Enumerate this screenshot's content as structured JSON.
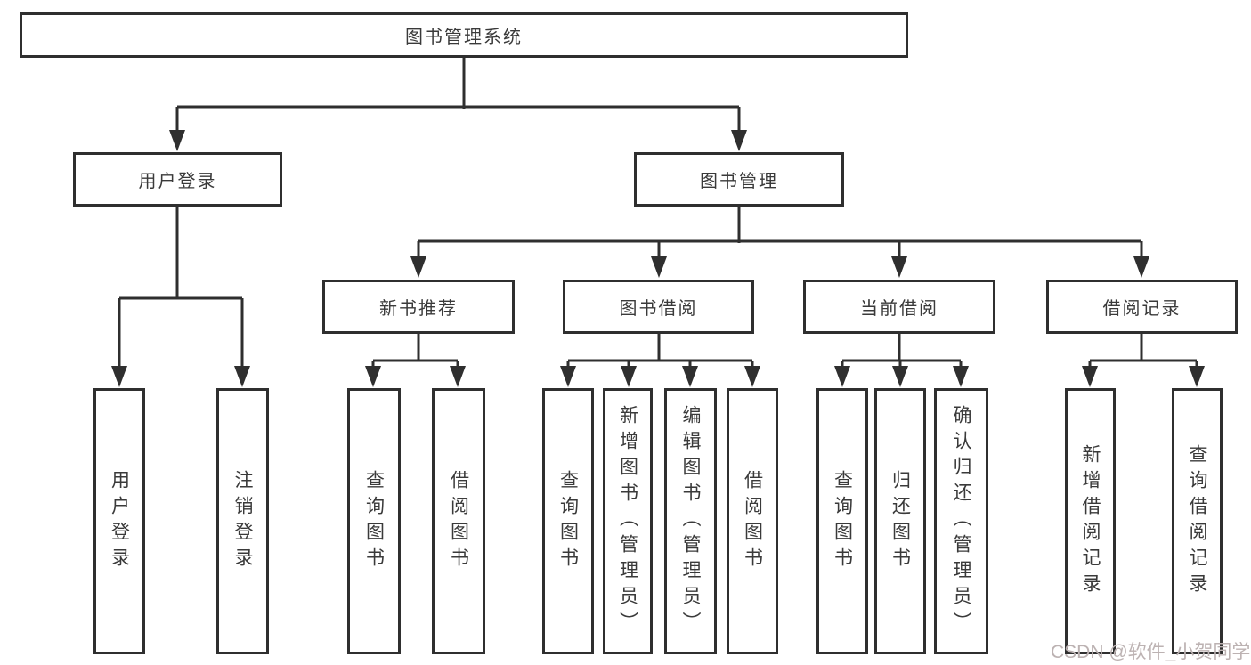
{
  "tree": {
    "label": "图书管理系统",
    "children": [
      {
        "label": "用户登录",
        "children": [
          {
            "label": "用户登录"
          },
          {
            "label": "注销登录"
          }
        ]
      },
      {
        "label": "图书管理",
        "children": [
          {
            "label": "新书推荐",
            "children": [
              {
                "label": "查询图书"
              },
              {
                "label": "借阅图书"
              }
            ]
          },
          {
            "label": "图书借阅",
            "children": [
              {
                "label": "查询图书"
              },
              {
                "label": "新增图书（管理员）"
              },
              {
                "label": "编辑图书（管理员）"
              },
              {
                "label": "借阅图书"
              }
            ]
          },
          {
            "label": "当前借阅",
            "children": [
              {
                "label": "查询图书"
              },
              {
                "label": "归还图书"
              },
              {
                "label": "确认归还（管理员）"
              }
            ]
          },
          {
            "label": "借阅记录",
            "children": [
              {
                "label": "新增借阅记录"
              },
              {
                "label": "查询借阅记录"
              }
            ]
          }
        ]
      }
    ]
  },
  "watermark": {
    "text": "CSDN @软件_小贺同学"
  },
  "colors": {
    "line": "#2f2f2f",
    "box_border": "#2f2f2f",
    "text": "#3a3a3a",
    "background": "#ffffff",
    "watermark": "#bcb2b2"
  }
}
